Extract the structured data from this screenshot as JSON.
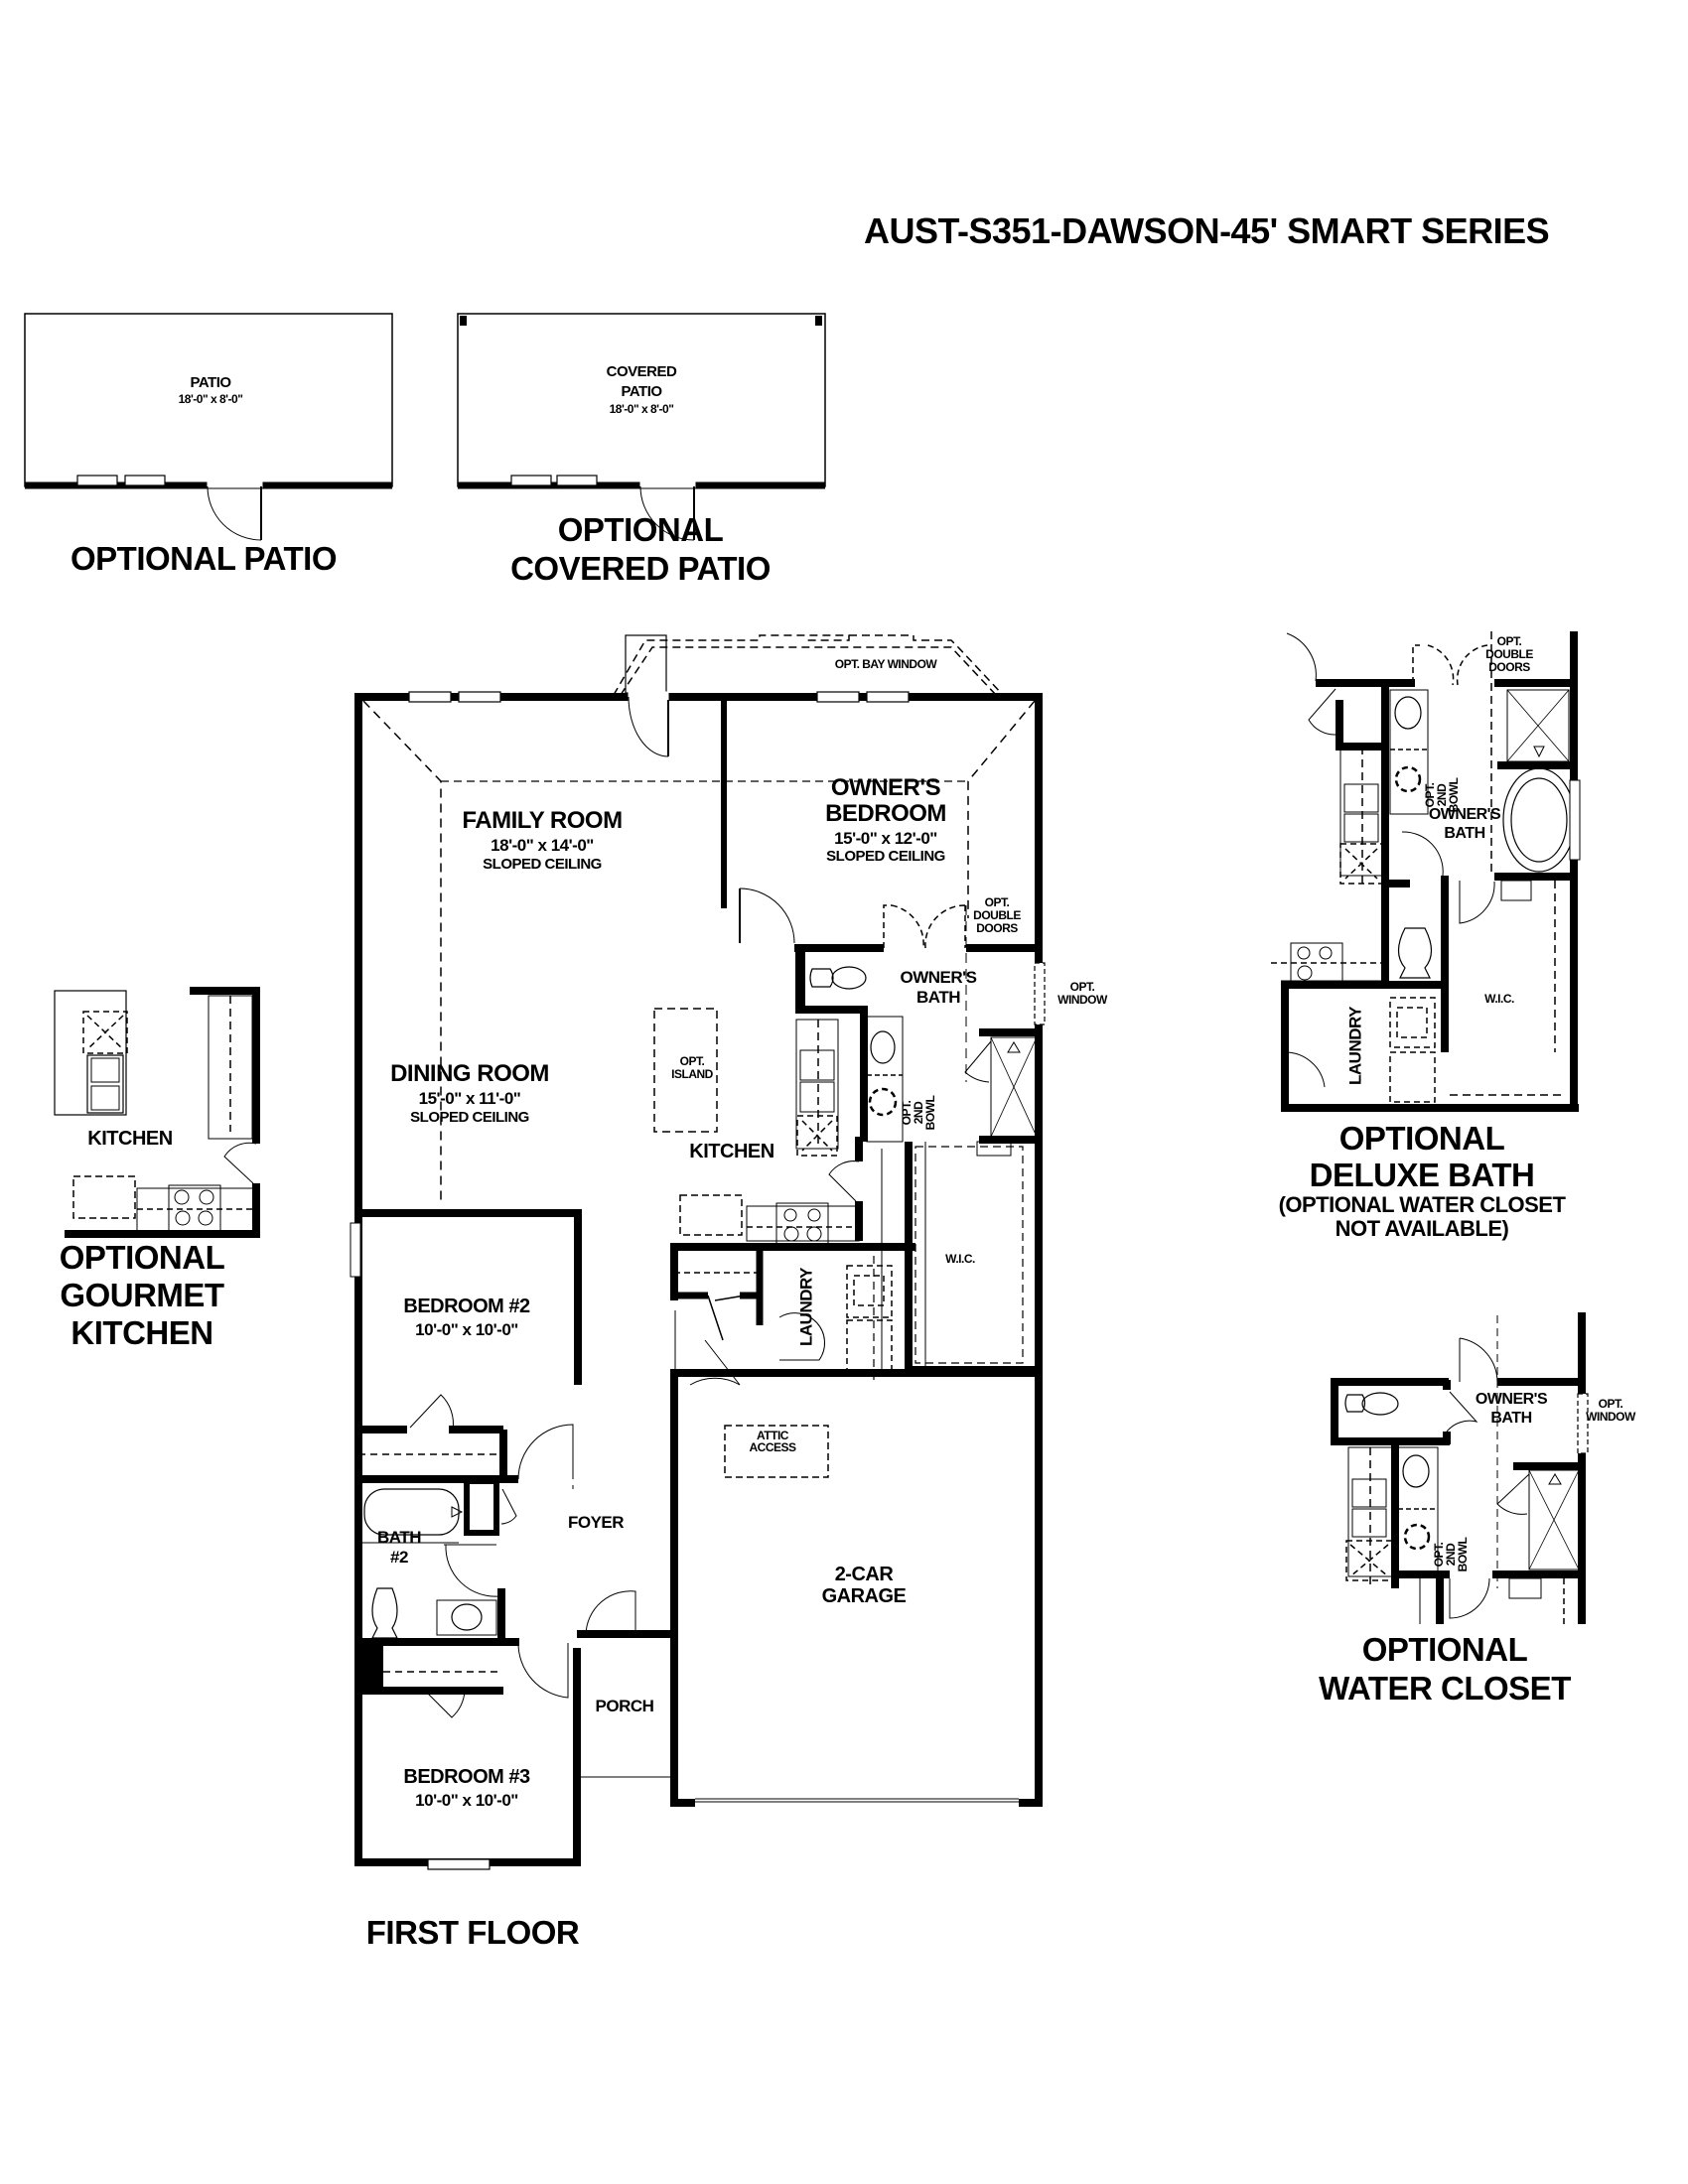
{
  "document": {
    "title": "AUST-S351-DAWSON-45' SMART SERIES",
    "type": "floor plan"
  },
  "optional_patio": {
    "caption": "OPTIONAL PATIO",
    "room": {
      "name": "PATIO",
      "dimensions": "18'-0\" x 8'-0\""
    }
  },
  "optional_covered_patio": {
    "caption_line1": "OPTIONAL",
    "caption_line2": "COVERED PATIO",
    "room": {
      "name_line1": "COVERED",
      "name_line2": "PATIO",
      "dimensions": "18'-0\" x 8'-0\""
    }
  },
  "first_floor": {
    "caption": "FIRST FLOOR",
    "rooms": {
      "family_room": {
        "name": "FAMILY ROOM",
        "dimensions": "18'-0\" x 14'-0\"",
        "note": "SLOPED CEILING"
      },
      "owners_bedroom": {
        "name_line1": "OWNER'S",
        "name_line2": "BEDROOM",
        "dimensions": "15'-0\" x 12'-0\"",
        "note": "SLOPED CEILING"
      },
      "dining_room": {
        "name": "DINING ROOM",
        "dimensions": "15'-0\" x 11'-0\"",
        "note": "SLOPED CEILING"
      },
      "kitchen": {
        "name": "KITCHEN"
      },
      "owners_bath": {
        "name_line1": "OWNER'S",
        "name_line2": "BATH"
      },
      "wic": {
        "name": "W.I.C."
      },
      "laundry": {
        "name": "LAUNDRY"
      },
      "bedroom2": {
        "name": "BEDROOM #2",
        "dimensions": "10'-0\" x 10'-0\""
      },
      "bath2": {
        "name_line1": "BATH",
        "name_line2": "#2"
      },
      "foyer": {
        "name": "FOYER"
      },
      "garage": {
        "name_line1": "2-CAR",
        "name_line2": "GARAGE"
      },
      "porch": {
        "name": "PORCH"
      },
      "bedroom3": {
        "name": "BEDROOM #3",
        "dimensions": "10'-0\" x 10'-0\""
      }
    },
    "options": {
      "bay_window": "OPT. BAY WINDOW",
      "island_line1": "OPT.",
      "island_line2": "ISLAND",
      "double_doors_line1": "OPT.",
      "double_doors_line2": "DOUBLE",
      "double_doors_line3": "DOORS",
      "window_line1": "OPT.",
      "window_line2": "WINDOW",
      "second_bowl_line1": "OPT.",
      "second_bowl_line2": "2ND",
      "second_bowl_line3": "BOWL",
      "attic_line1": "ATTIC",
      "attic_line2": "ACCESS"
    }
  },
  "optional_gourmet_kitchen": {
    "caption_line1": "OPTIONAL",
    "caption_line2": "GOURMET",
    "caption_line3": "KITCHEN",
    "room": {
      "name": "KITCHEN"
    }
  },
  "optional_deluxe_bath": {
    "caption_line1": "OPTIONAL",
    "caption_line2": "DELUXE BATH",
    "caption_line3": "(OPTIONAL WATER CLOSET",
    "caption_line4": "NOT AVAILABLE)",
    "rooms": {
      "owners_bath_line1": "OWNER'S",
      "owners_bath_line2": "BATH",
      "wic": "W.I.C.",
      "laundry": "LAUNDRY"
    },
    "options": {
      "double_doors_line1": "OPT.",
      "double_doors_line2": "DOUBLE",
      "double_doors_line3": "DOORS",
      "second_bowl_line1": "OPT.",
      "second_bowl_line2": "2ND",
      "second_bowl_line3": "BOWL"
    }
  },
  "optional_water_closet": {
    "caption_line1": "OPTIONAL",
    "caption_line2": "WATER CLOSET",
    "rooms": {
      "owners_bath_line1": "OWNER'S",
      "owners_bath_line2": "BATH"
    },
    "options": {
      "window_line1": "OPT.",
      "window_line2": "WINDOW",
      "second_bowl_line1": "OPT.",
      "second_bowl_line2": "2ND",
      "second_bowl_line3": "BOWL"
    }
  },
  "colors": {
    "ink": "#000000",
    "paper": "#ffffff"
  }
}
